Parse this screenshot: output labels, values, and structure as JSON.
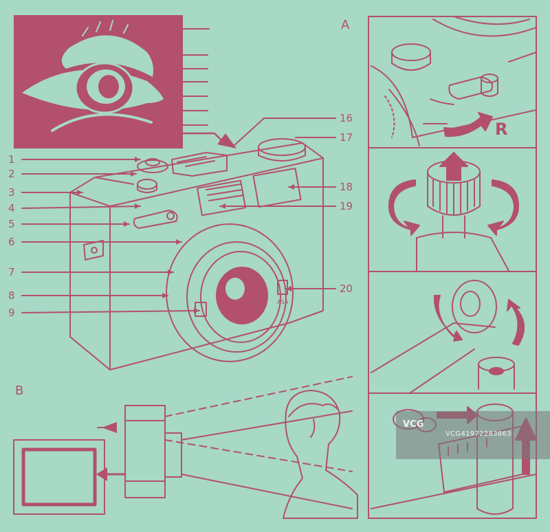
{
  "labels": {
    "panel_a": "A",
    "panel_b": "B",
    "rewind_letter": "R",
    "asa": "ASA",
    "n1": "1",
    "n2": "2",
    "n3": "3",
    "n4": "4",
    "n5": "5",
    "n6": "6",
    "n7": "7",
    "n8": "8",
    "n9": "9",
    "n16": "16",
    "n17": "17",
    "n18": "18",
    "n19": "19",
    "n20": "20"
  },
  "watermark": {
    "logo": "VCG",
    "code": "VCG41972283863"
  },
  "colors": {
    "background": "#a8d8c6",
    "ink": "#b2506e"
  }
}
